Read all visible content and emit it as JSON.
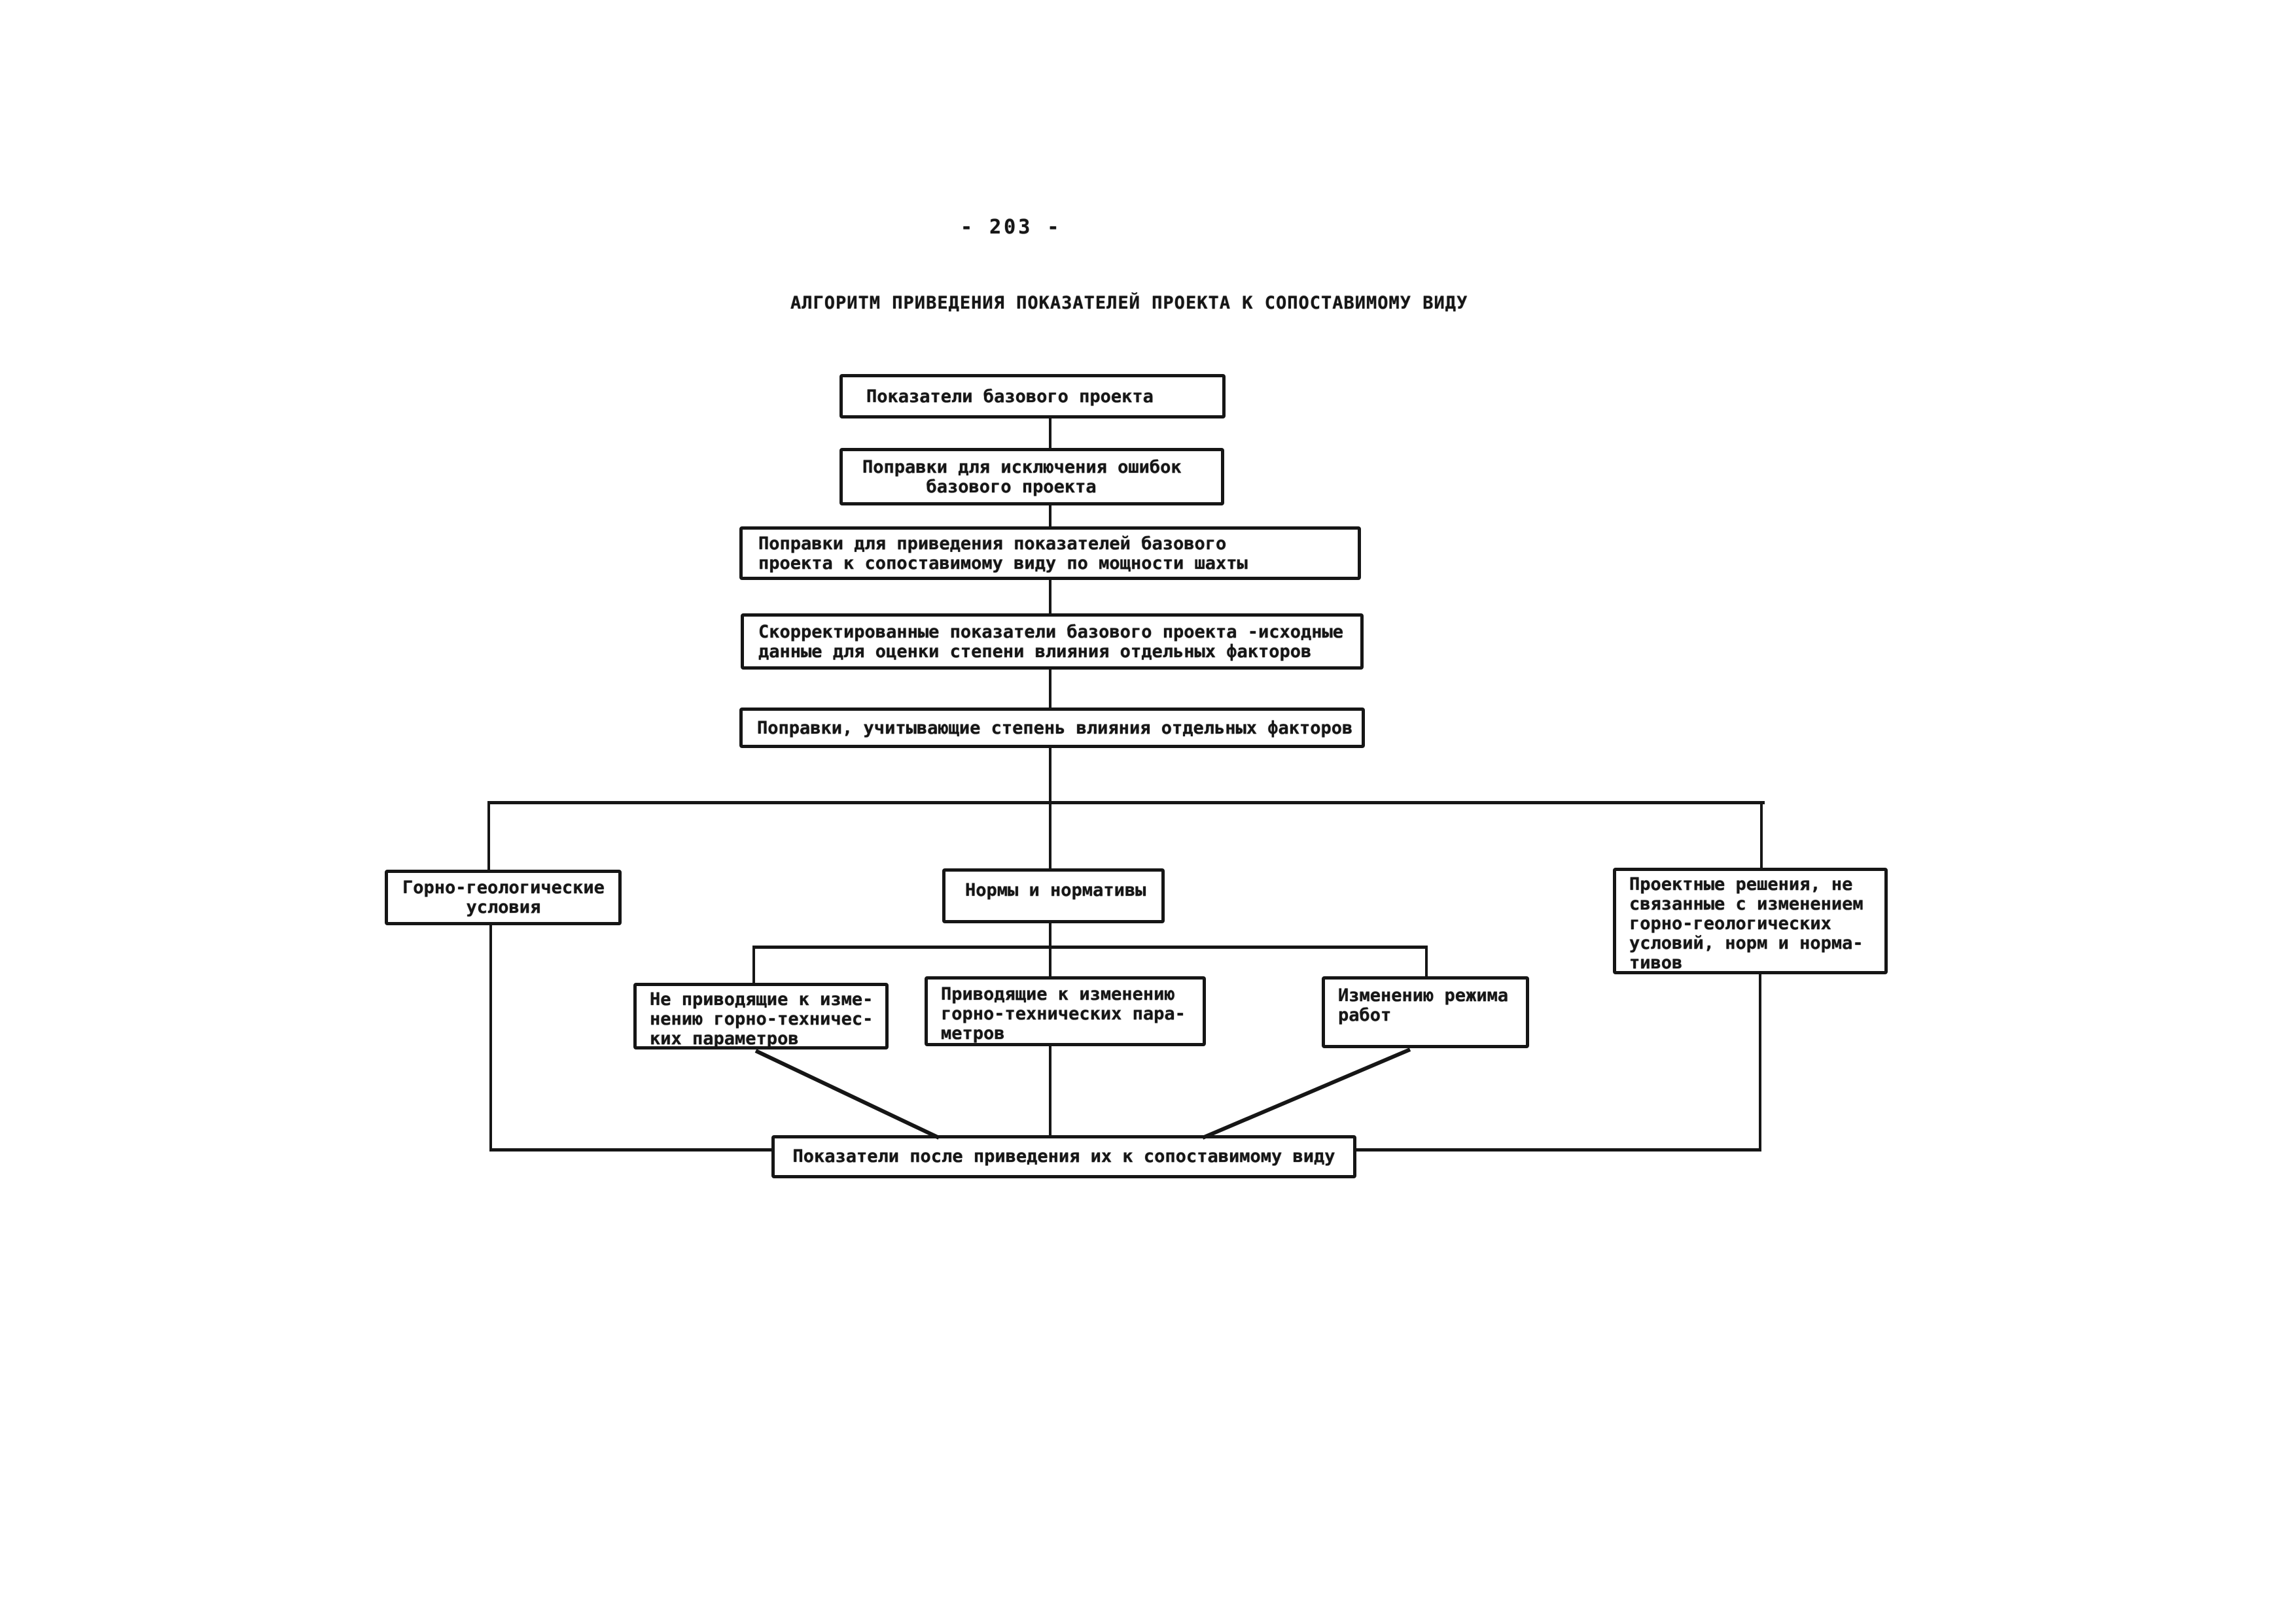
{
  "page": {
    "number_label": "- 203 -",
    "title": "АЛГОРИТМ ПРИВЕДЕНИЯ ПОКАЗАТЕЛЕЙ ПРОЕКТА К СОПОСТАВИМОМУ ВИДУ"
  },
  "colors": {
    "ink": "#161616",
    "paper": "#ffffff"
  },
  "nodes": {
    "base_indicators": {
      "text": "Показатели базового проекта"
    },
    "error_corrections": {
      "text": "Поправки для исключения ошибок\n      базового проекта"
    },
    "capacity_corrections": {
      "text": "Поправки для приведения показателей базового\nпроекта к сопоставимому виду по мощности шахты"
    },
    "corrected_indicators": {
      "text": "Скорректированные показатели базового проекта -исходные\nданные для оценки степени влияния отдельных факторов"
    },
    "factor_corrections": {
      "text": "Поправки, учитывающие степень влияния отдельных факторов"
    },
    "geological_conditions": {
      "text": "Горно-геологические\n      условия"
    },
    "norms": {
      "text": "Нормы и нормативы"
    },
    "design_decisions": {
      "text": "Проектные решения, не\nсвязанные с изменением\nгорно-геологических\nусловий, норм и норма-\nтивов"
    },
    "no_param_change": {
      "text": "Не приводящие к изме-\nнению горно-техничес-\nких параметров"
    },
    "param_change": {
      "text": "Приводящие к изменению\nгорно-технических пара-\nметров"
    },
    "work_mode_change": {
      "text": "Изменению режима\nработ"
    },
    "result_indicators": {
      "text": "Показатели после приведения их к сопоставимому виду"
    }
  }
}
